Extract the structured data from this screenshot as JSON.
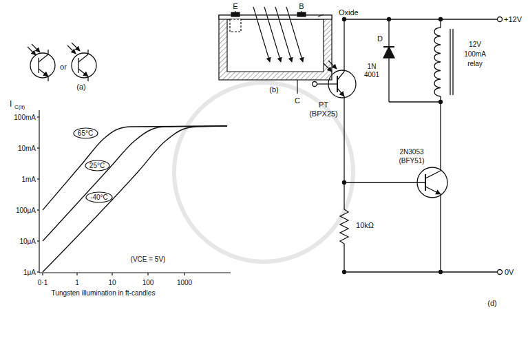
{
  "diagram": {
    "nodes": [
      {
        "text": [
          "65°C"
        ]
      },
      {
        "text": [
          "25°C"
        ]
      },
      {
        "text": [
          "-40°C"
        ]
      }
    ],
    "labels": [
      "or",
      "(a)",
      "E",
      "B",
      "Oxide",
      "(b)",
      "C",
      "I",
      "C(lt)",
      "100mA",
      "10mA",
      "1mA",
      "100μA",
      "10μA",
      "1μA",
      "0·1",
      "1",
      "10",
      "100",
      "1000",
      "Tungsten illumination in ft-candles",
      "(VCE = 5V)",
      "PT",
      "(BPX25)",
      "D",
      "1N",
      "4001",
      "12V",
      "100mA",
      "relay",
      "2N3053",
      "(BFY51)",
      "10kΩ",
      "+12V",
      "0V",
      "(d)"
    ]
  }
}
